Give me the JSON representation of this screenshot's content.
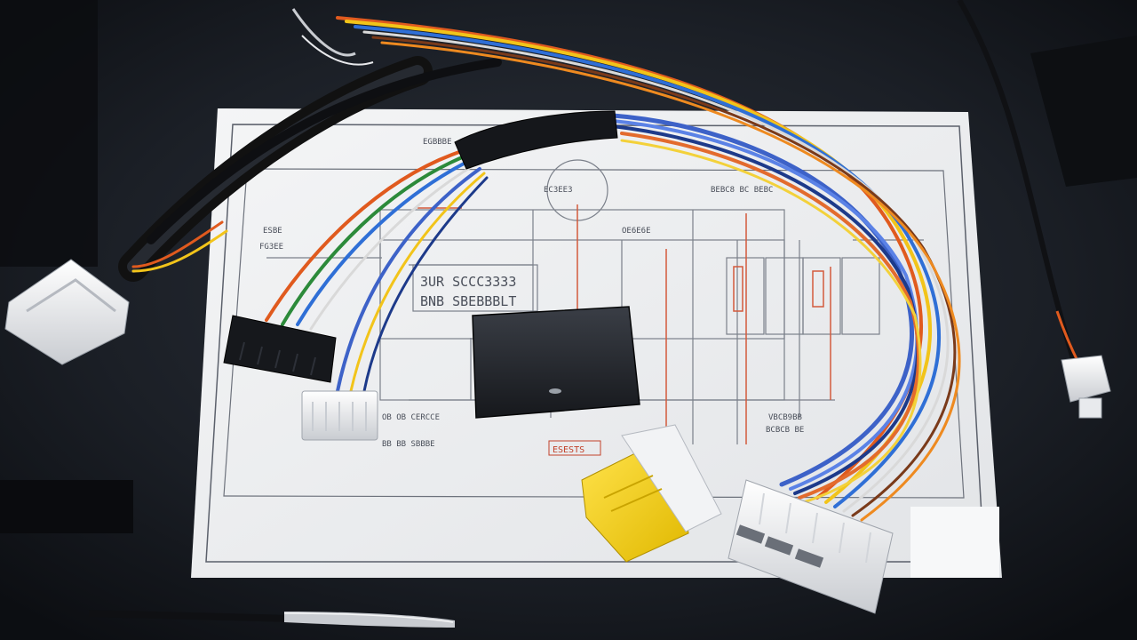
{
  "scene": {
    "diagram_labels": {
      "block_1": "3UR SCCC3333",
      "block_2": "BNB SBEBBBLT",
      "red_label": "ESESTS",
      "top_left": "EGBBBE",
      "top_mid": "EC3EE3",
      "top_right": "BEBC8 BC BEBC",
      "left_side_1": "ESBE",
      "left_side_2": "FG3EE",
      "center_small": "OE6E6E",
      "right_note_1": "VBCB9BB",
      "right_note_2": "BCBCB BE",
      "conn_note_1": "OB OB CERCCE",
      "conn_note_2": "BB BB SBBBE"
    }
  }
}
